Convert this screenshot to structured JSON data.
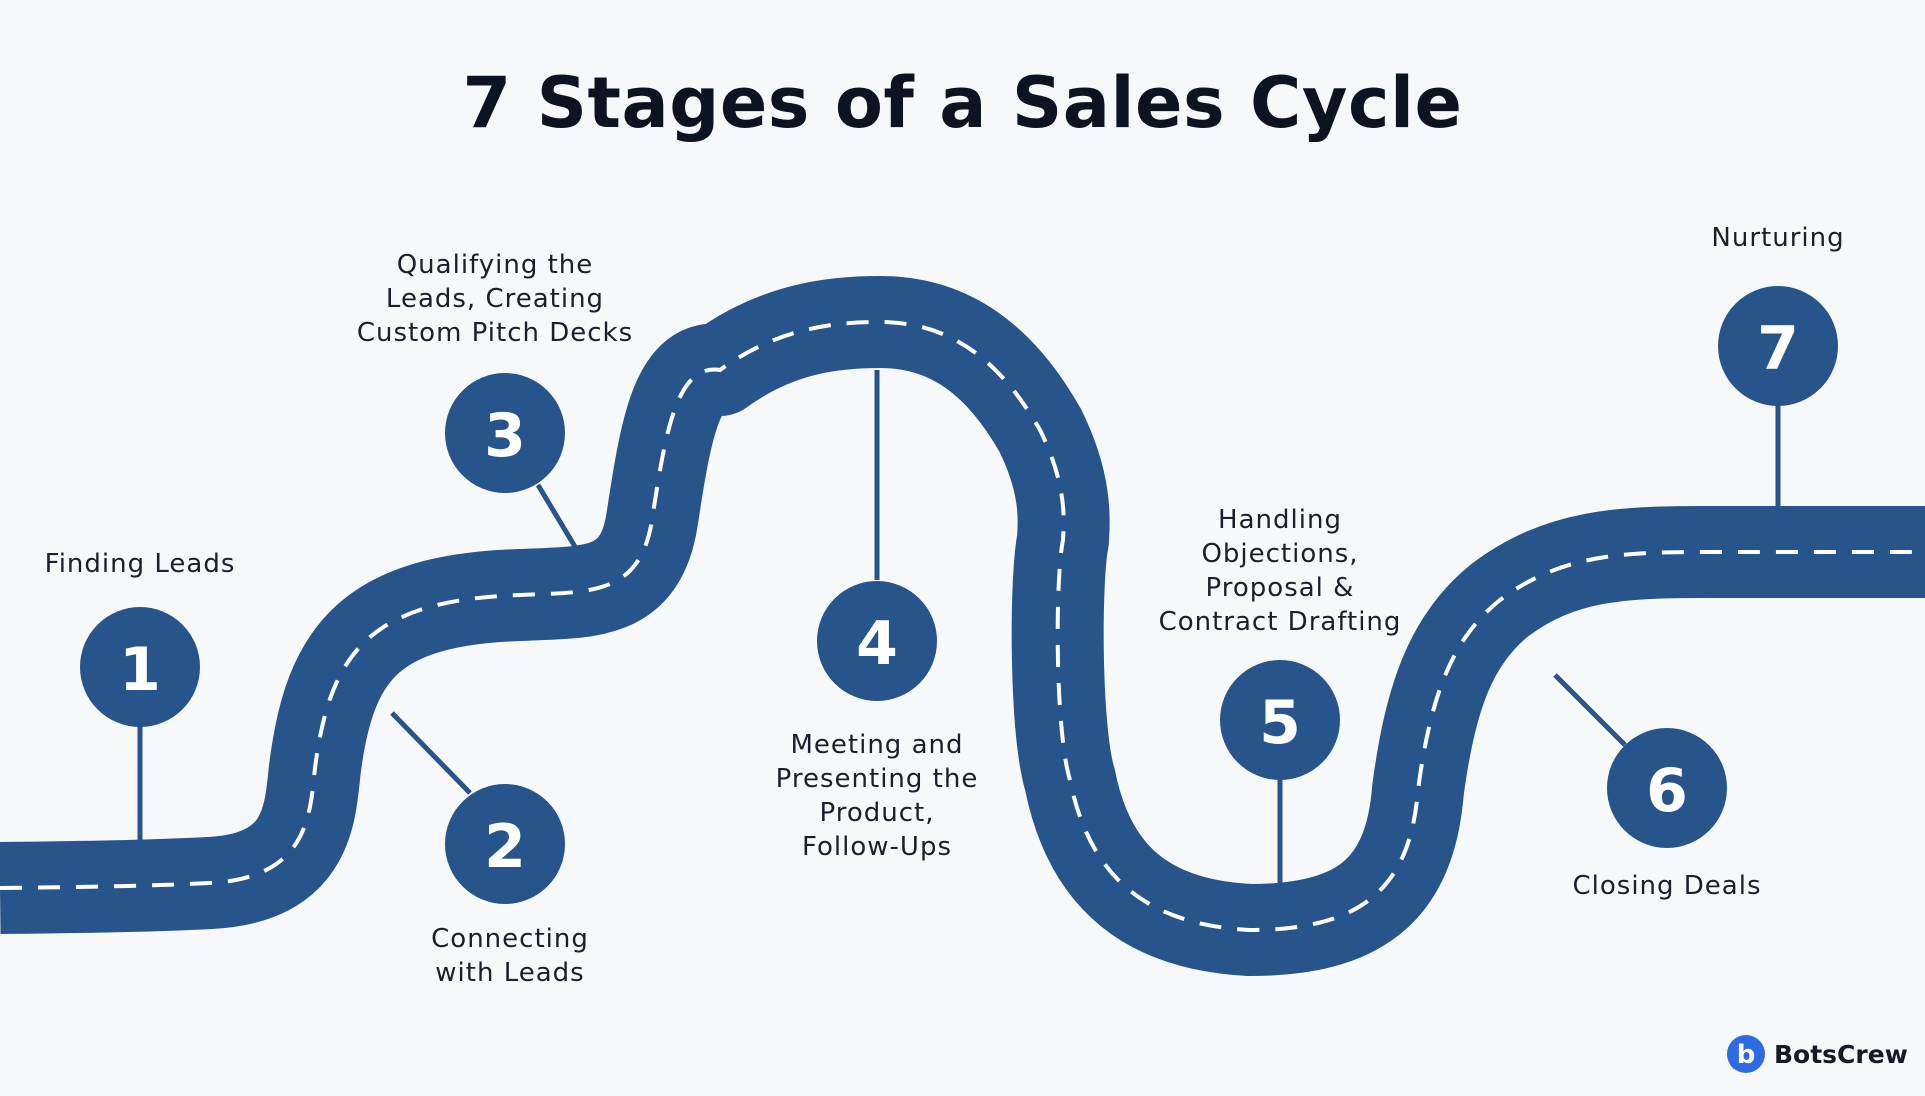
{
  "title": "7 Stages of a Sales Cycle",
  "colors": {
    "road": "#27548a",
    "dashes": "#ffffff",
    "background": "#f7f8fa"
  },
  "stages": [
    {
      "number": "1",
      "label": "Finding Leads"
    },
    {
      "number": "2",
      "label": "Connecting\nwith Leads"
    },
    {
      "number": "3",
      "label": "Qualifying the\nLeads, Creating\nCustom Pitch Decks"
    },
    {
      "number": "4",
      "label": "Meeting and\nPresenting the\nProduct,\nFollow-Ups"
    },
    {
      "number": "5",
      "label": "Handling\nObjections,\nProposal &\nContract Drafting"
    },
    {
      "number": "6",
      "label": "Closing Deals"
    },
    {
      "number": "7",
      "label": "Nurturing"
    }
  ],
  "brand": {
    "name": "BotsCrew",
    "icon_letter": "b",
    "icon": "botscrew-logo-icon"
  }
}
